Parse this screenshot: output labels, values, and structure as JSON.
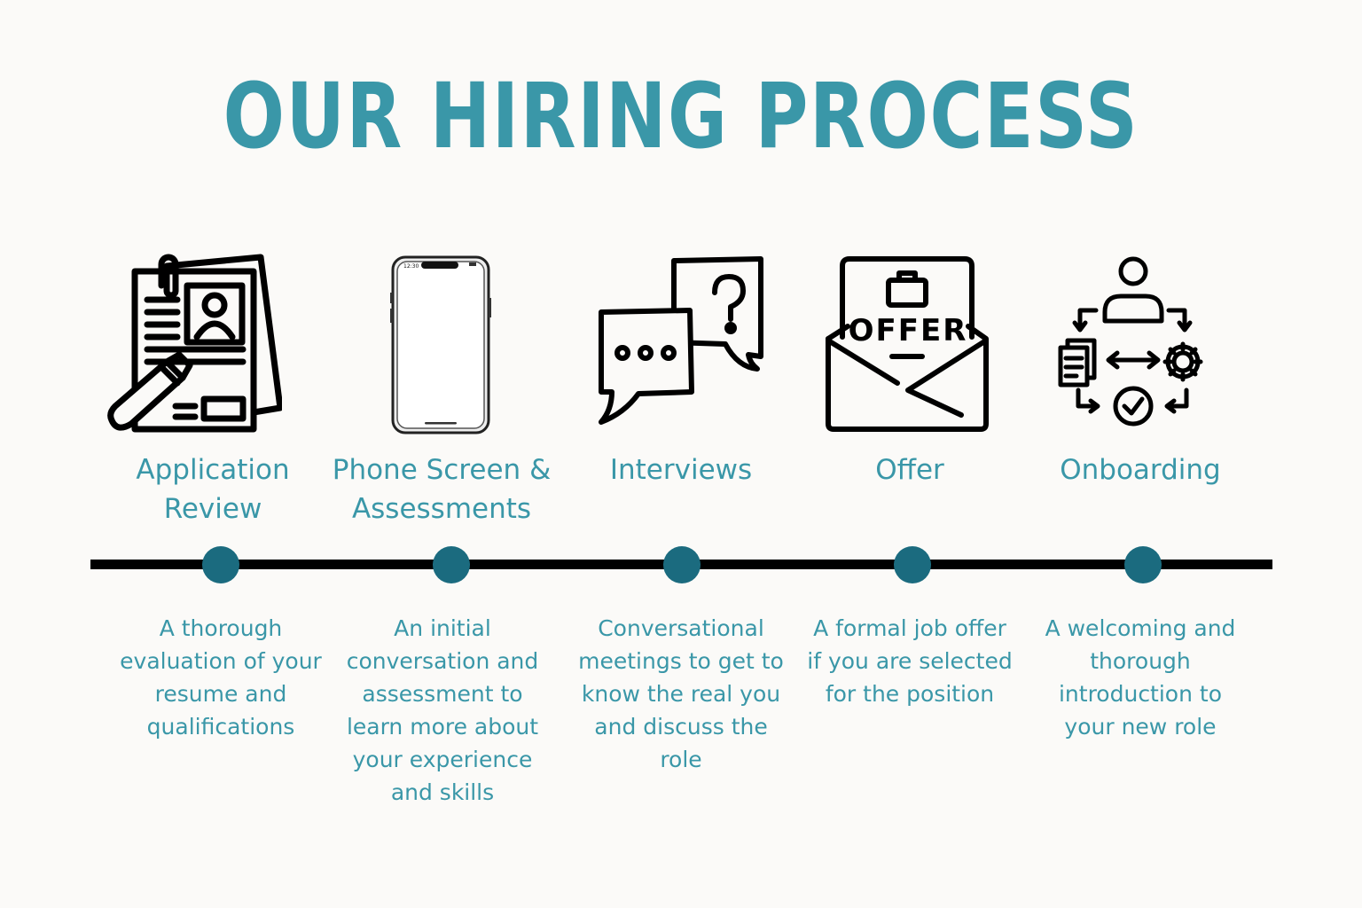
{
  "colors": {
    "accent": "#3a97a8",
    "dot": "#1b6b7f",
    "line": "#000000",
    "background": "#fbfaf8"
  },
  "title": "OUR HIRING PROCESS",
  "steps": [
    {
      "label": "Application\nReview",
      "icon": "resume-icon",
      "description": "A thorough evaluation of your resume and qualifications"
    },
    {
      "label": "Phone Screen &\nAssessments",
      "icon": "smartphone-icon",
      "phone_time": "12:30",
      "description": "An initial conversation and assessment to learn more about your experience and skills"
    },
    {
      "label": "Interviews",
      "icon": "chat-bubbles-icon",
      "description": "Conversational meetings to get to know the real you and discuss the role"
    },
    {
      "label": "Offer",
      "icon": "offer-envelope-icon",
      "envelope_text": "OFFER",
      "description": "A formal job offer if you are selected for the position"
    },
    {
      "label": "Onboarding",
      "icon": "onboarding-process-icon",
      "description": "A welcoming and thorough introduction to your new role"
    }
  ]
}
